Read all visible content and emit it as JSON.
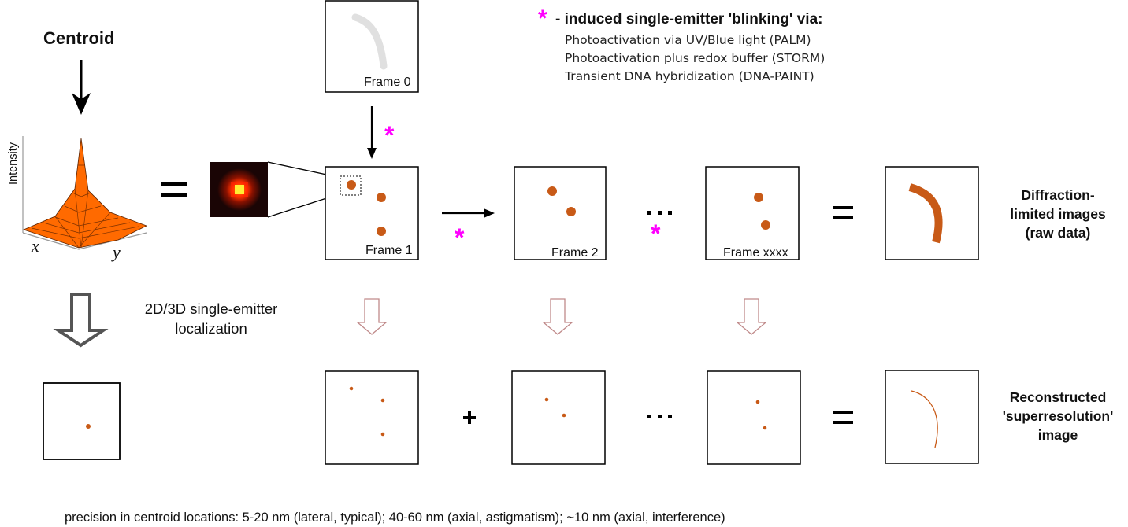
{
  "centroid_title": "Centroid",
  "legend": {
    "symbol": "*",
    "title": "- induced single-emitter 'blinking' via:",
    "methods": [
      "Photoactivation via UV/Blue light (PALM)",
      "Photoactivation plus redox buffer (STORM)",
      "Transient DNA hybridization (DNA-PAINT)"
    ]
  },
  "psf_plot": {
    "ylabel": "Intensity",
    "xlabel": "x",
    "zlabel": "y"
  },
  "frames": {
    "frame0": "Frame 0",
    "frame1": "Frame 1",
    "frame2": "Frame 2",
    "framen": "Frame xxxx"
  },
  "operators": {
    "equals": "=",
    "plus": "+",
    "ellipsis": "· · ·"
  },
  "labels": {
    "diffraction": "Diffraction-\nlimited images\n(raw data)",
    "reconstructed": "Reconstructed\n'superresolution'\nimage",
    "localization": "2D/3D single-emitter\nlocalization"
  },
  "footnote": "precision in centroid locations: 5-20 nm (lateral, typical); 40-60 nm (axial, astigmatism); ~10 nm (axial, interference)",
  "colors": {
    "emitter": "#c85a17",
    "magenta": "#ff00ff",
    "psf_surface": "#ff6a00",
    "trace_gray": "#e0e0e0",
    "hollow_arrow_light": "#c08a8a",
    "hollow_arrow_dark": "#555555"
  }
}
